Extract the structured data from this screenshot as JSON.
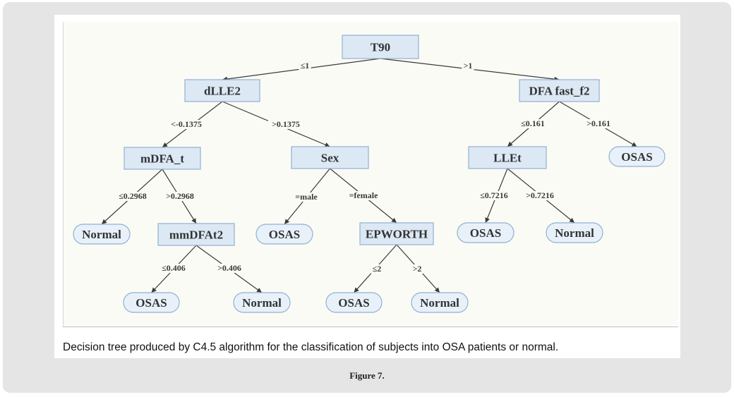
{
  "caption": "Decision tree produced by C4.5 algorithm for the classification of subjects into OSA patients or normal.",
  "figure_label": "Figure 7.",
  "colors": {
    "node_fill": "#dce9f5",
    "node_stroke": "#8fb1d3",
    "edge": "#3a3a3a"
  },
  "tree": {
    "nodes": [
      {
        "id": "t90",
        "label": "T90",
        "kind": "split"
      },
      {
        "id": "dlle2",
        "label": "dLLE2",
        "kind": "split"
      },
      {
        "id": "dfa",
        "label": "DFA fast_f2",
        "kind": "split"
      },
      {
        "id": "mdfa",
        "label": "mDFA_t",
        "kind": "split"
      },
      {
        "id": "sex",
        "label": "Sex",
        "kind": "split"
      },
      {
        "id": "llet",
        "label": "LLEt",
        "kind": "split"
      },
      {
        "id": "osas1",
        "label": "OSAS",
        "kind": "leaf"
      },
      {
        "id": "normal1",
        "label": "Normal",
        "kind": "leaf"
      },
      {
        "id": "mmdfa",
        "label": "mmDFAt2",
        "kind": "split"
      },
      {
        "id": "osas2",
        "label": "OSAS",
        "kind": "leaf"
      },
      {
        "id": "epworth",
        "label": "EPWORTH",
        "kind": "split"
      },
      {
        "id": "osas3",
        "label": "OSAS",
        "kind": "leaf"
      },
      {
        "id": "normal2",
        "label": "Normal",
        "kind": "leaf"
      },
      {
        "id": "osas4",
        "label": "OSAS",
        "kind": "leaf"
      },
      {
        "id": "normal3",
        "label": "Normal",
        "kind": "leaf"
      },
      {
        "id": "osas5",
        "label": "OSAS",
        "kind": "leaf"
      },
      {
        "id": "normal4",
        "label": "Normal",
        "kind": "leaf"
      }
    ],
    "edges": [
      {
        "from": "t90",
        "to": "dlle2",
        "label": "≤1"
      },
      {
        "from": "t90",
        "to": "dfa",
        "label": ">1"
      },
      {
        "from": "dlle2",
        "to": "mdfa",
        "label": "<-0.1375"
      },
      {
        "from": "dlle2",
        "to": "sex",
        "label": ">0.1375"
      },
      {
        "from": "dfa",
        "to": "llet",
        "label": "≤0.161"
      },
      {
        "from": "dfa",
        "to": "osas1",
        "label": ">0.161"
      },
      {
        "from": "mdfa",
        "to": "normal1",
        "label": "≤0.2968"
      },
      {
        "from": "mdfa",
        "to": "mmdfa",
        "label": ">0.2968"
      },
      {
        "from": "sex",
        "to": "osas2",
        "label": "=male"
      },
      {
        "from": "sex",
        "to": "epworth",
        "label": "=female"
      },
      {
        "from": "llet",
        "to": "osas3",
        "label": "≤0.7216"
      },
      {
        "from": "llet",
        "to": "normal2",
        "label": ">0.7216"
      },
      {
        "from": "mmdfa",
        "to": "osas4",
        "label": "≤0.406"
      },
      {
        "from": "mmdfa",
        "to": "normal3",
        "label": ">0.406"
      },
      {
        "from": "epworth",
        "to": "osas5",
        "label": "≤2"
      },
      {
        "from": "epworth",
        "to": "normal4",
        "label": ">2"
      }
    ]
  }
}
